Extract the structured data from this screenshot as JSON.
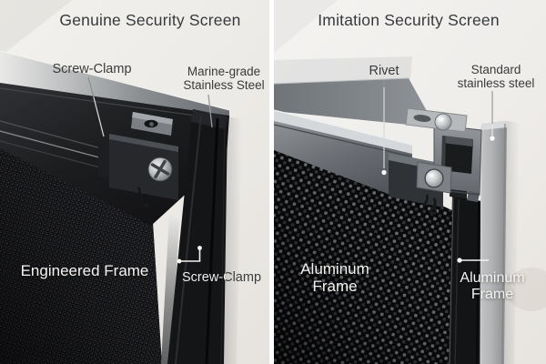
{
  "left_panel": {
    "title": "Genuine Security Screen",
    "label_screw_clamp_top": "Screw-Clamp",
    "label_marine_grade_line1": "Marine-grade",
    "label_marine_grade_line2": "Stainless Steel",
    "label_engineered_frame": "Engineered Frame",
    "label_screw_clamp_bottom": "Screw-Clamp"
  },
  "right_panel": {
    "title": "Imitation Security Screen",
    "label_rivet": "Rivet",
    "label_standard_line1": "Standard",
    "label_standard_line2": "stainless steel",
    "label_aluminum_mesh_line1": "Aluminum",
    "label_aluminum_mesh_line2": "Frame",
    "label_aluminum_edge_line1": "Aluminum",
    "label_aluminum_edge_line2": "Frame"
  },
  "colors": {
    "background_left": "#efedea",
    "background_right": "#f2f1ee",
    "divider": "#ffffff",
    "dark_label": "#3a3a3c",
    "light_label": "#f4f4f2",
    "leader_gray": "#9a9a9a",
    "leader_white": "#f3f3f1",
    "frame_black": "#141517",
    "frame_aluminum": "#8e9296",
    "steel_bar_gray": "#b2b4b5"
  }
}
